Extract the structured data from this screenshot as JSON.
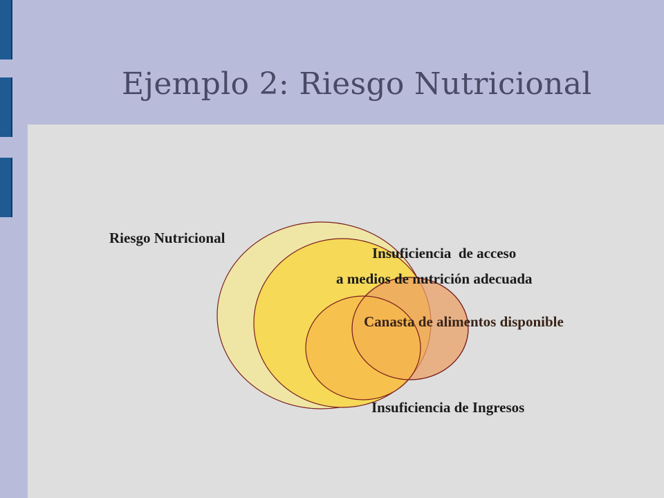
{
  "slide": {
    "title": "Ejemplo 2: Riesgo Nutricional"
  },
  "diagram": {
    "labels": {
      "riesgo": "Riesgo Nutricional",
      "acceso_line1": "Insuficiencia  de acceso",
      "acceso_line2": "a medios de nutrición adecuada",
      "canasta": "Canasta de alimentos disponible",
      "ingresos": "Insuficiencia de Ingresos"
    },
    "colors": {
      "background": "#b8bcda",
      "content_panel": "#dedede",
      "accent": "#1f5a92",
      "circle_outer": "#efe6a6",
      "circle_middle": "#f5d957",
      "circle_inner": "#f7b84a",
      "circle_basket": "#eb9f63",
      "circle_stroke": "#7a1e1e"
    }
  }
}
